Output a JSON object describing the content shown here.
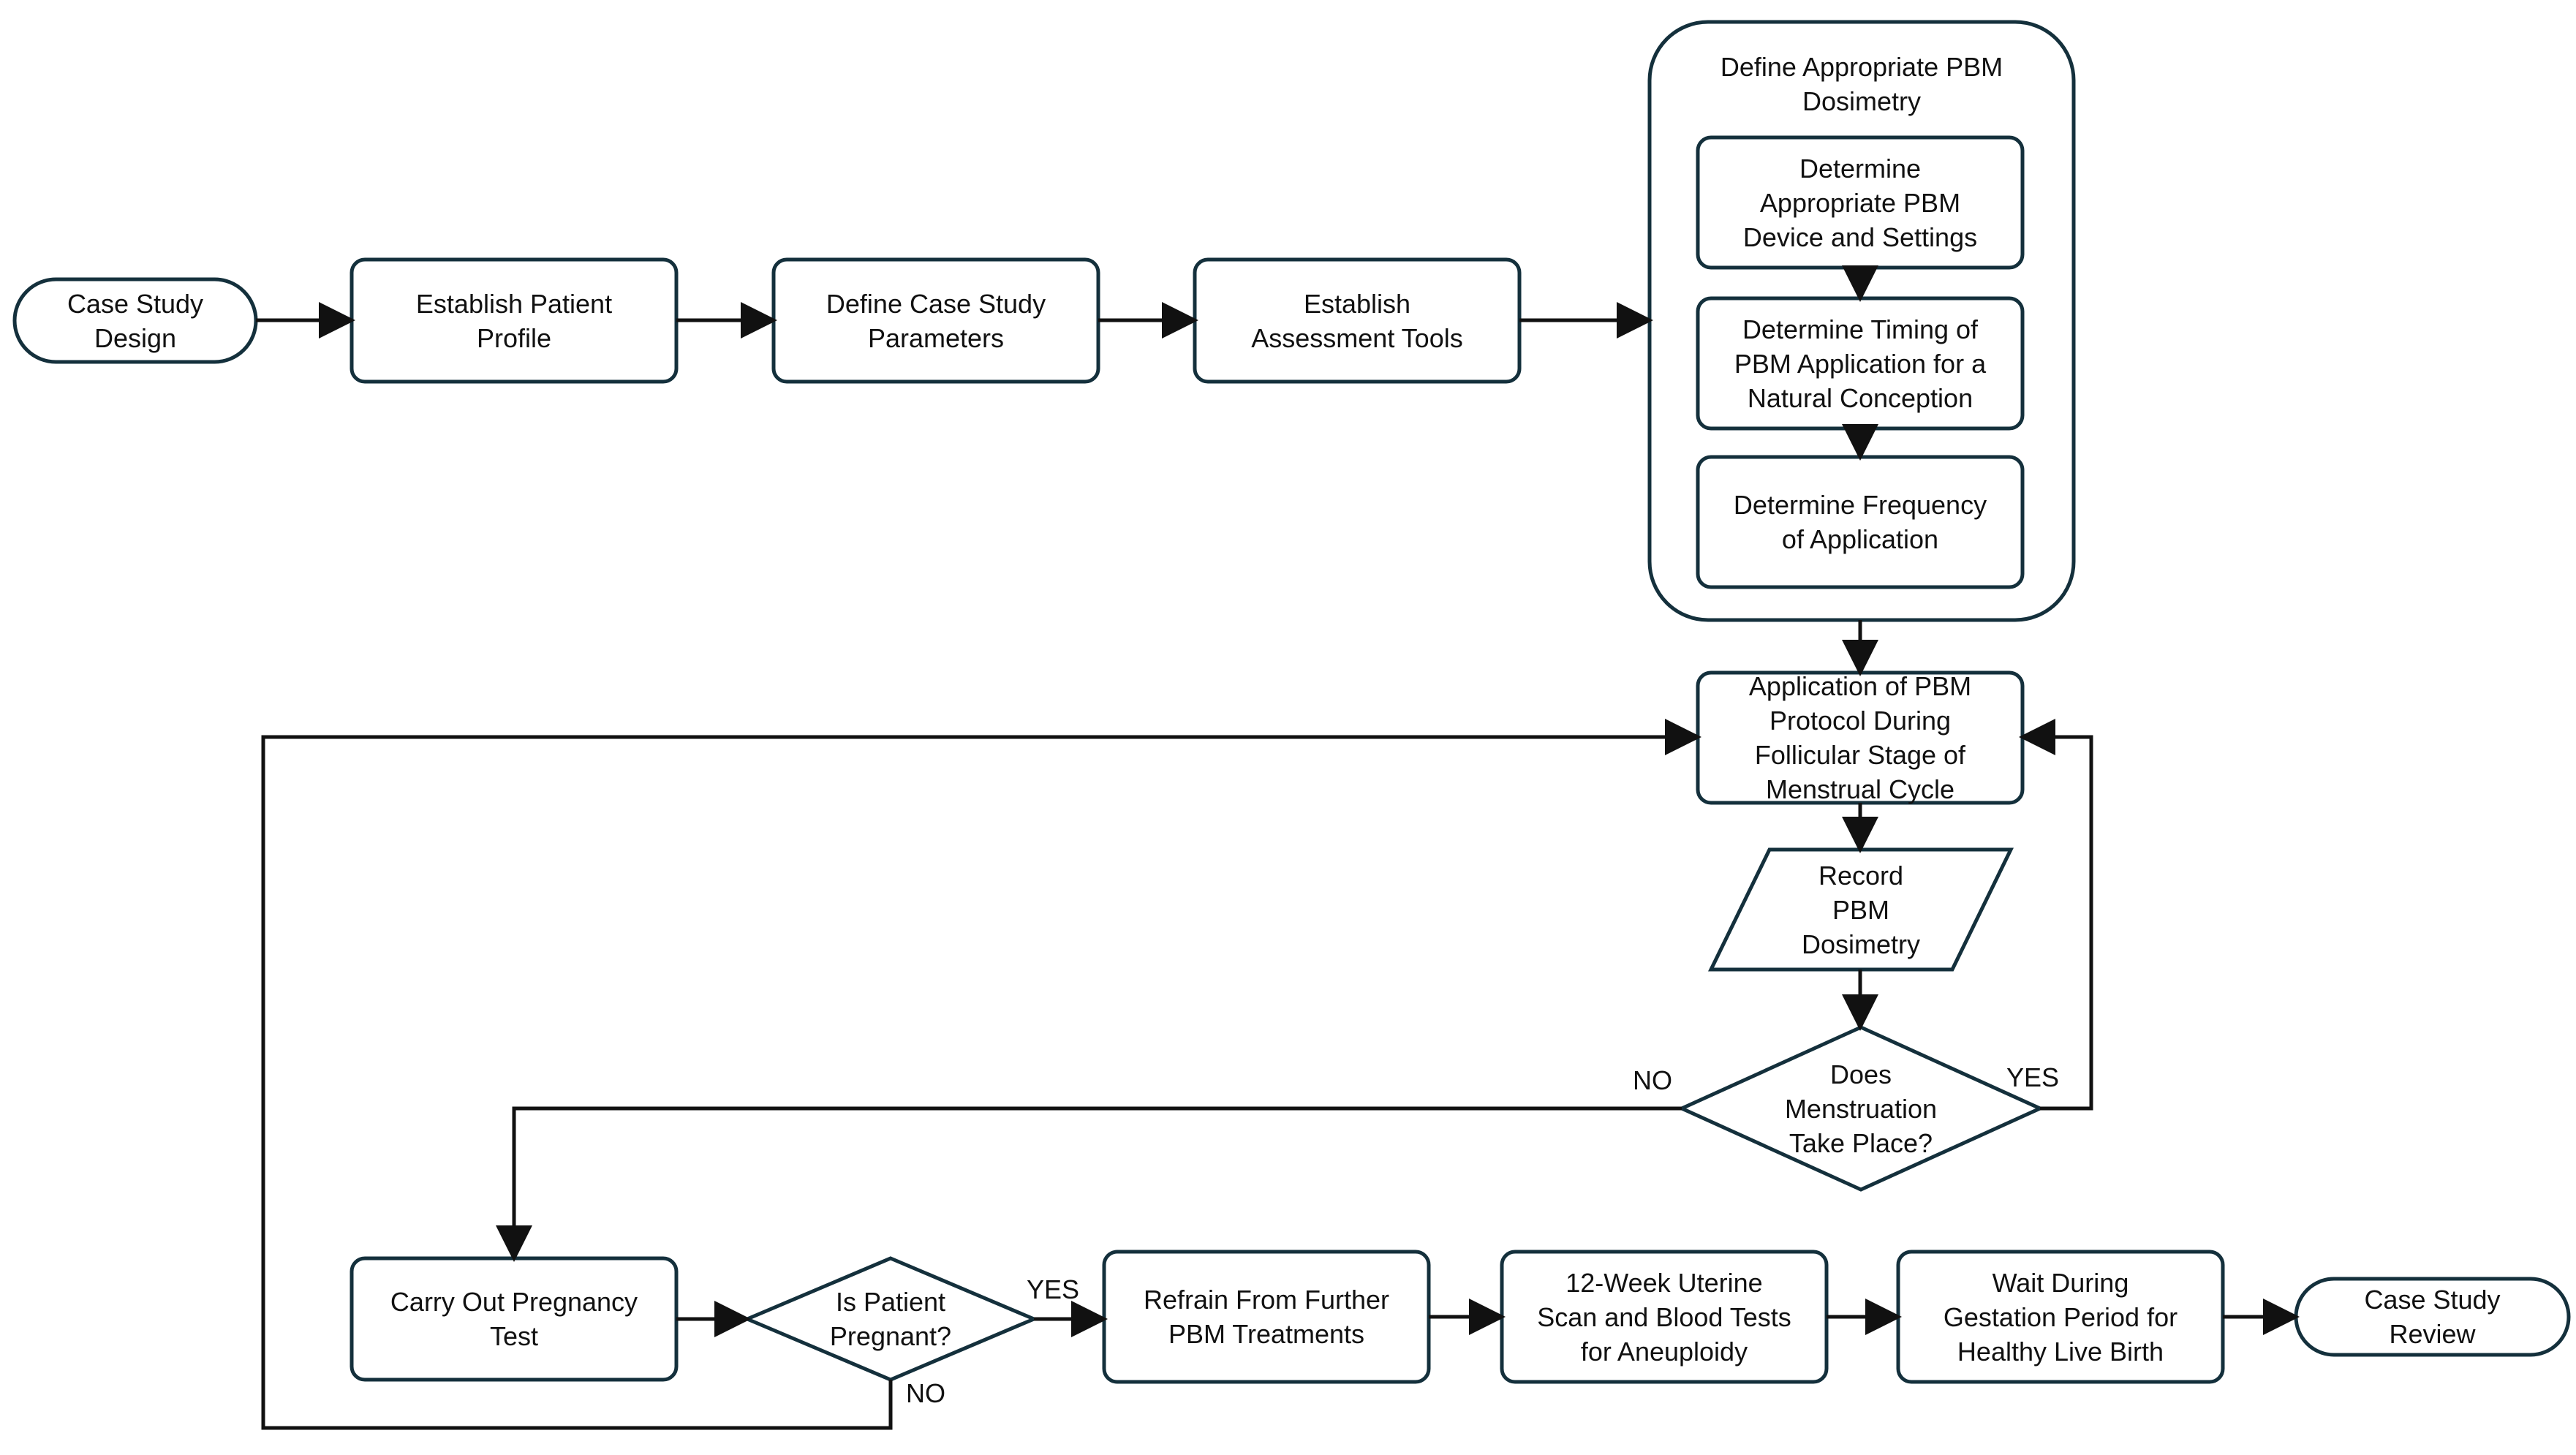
{
  "nodes": {
    "case_study_design": {
      "lines": [
        "Case Study",
        "Design"
      ]
    },
    "establish_patient_profile": {
      "lines": [
        "Establish Patient",
        "Profile"
      ]
    },
    "define_case_study_parameters": {
      "lines": [
        "Define Case Study",
        "Parameters"
      ]
    },
    "establish_assessment_tools": {
      "lines": [
        "Establish",
        "Assessment Tools"
      ]
    },
    "define_dosimetry_group": {
      "lines": [
        "Define Appropriate PBM",
        "Dosimetry"
      ]
    },
    "determine_device_settings": {
      "lines": [
        "Determine",
        "Appropriate PBM",
        "Device and Settings"
      ]
    },
    "determine_timing": {
      "lines": [
        "Determine Timing of",
        "PBM Application for a",
        "Natural Conception"
      ]
    },
    "determine_frequency": {
      "lines": [
        "Determine Frequency",
        "of Application"
      ]
    },
    "application_of_protocol": {
      "lines": [
        "Application of PBM",
        "Protocol During",
        "Follicular Stage of",
        "Menstrual Cycle"
      ]
    },
    "record_dosimetry": {
      "lines": [
        "Record",
        "PBM",
        "Dosimetry"
      ]
    },
    "menstruation_decision": {
      "lines": [
        "Does",
        "Menstruation",
        "Take Place?"
      ]
    },
    "pregnancy_test": {
      "lines": [
        "Carry Out Pregnancy",
        "Test"
      ]
    },
    "pregnant_decision": {
      "lines": [
        "Is Patient",
        "Pregnant?"
      ]
    },
    "refrain_treatments": {
      "lines": [
        "Refrain From Further",
        "PBM Treatments"
      ]
    },
    "uterine_scan": {
      "lines": [
        "12-Week Uterine",
        "Scan and Blood Tests",
        "for Aneuploidy"
      ]
    },
    "wait_gestation": {
      "lines": [
        "Wait During",
        "Gestation Period for",
        "Healthy Live Birth"
      ]
    },
    "case_study_review": {
      "lines": [
        "Case Study",
        "Review"
      ]
    }
  },
  "edge_labels": {
    "menstruation_no": "NO",
    "menstruation_yes": "YES",
    "pregnant_yes": "YES",
    "pregnant_no": "NO"
  },
  "colors": {
    "stroke": "#14303c",
    "text": "#111111",
    "arrow": "#111111",
    "background": "#ffffff"
  }
}
